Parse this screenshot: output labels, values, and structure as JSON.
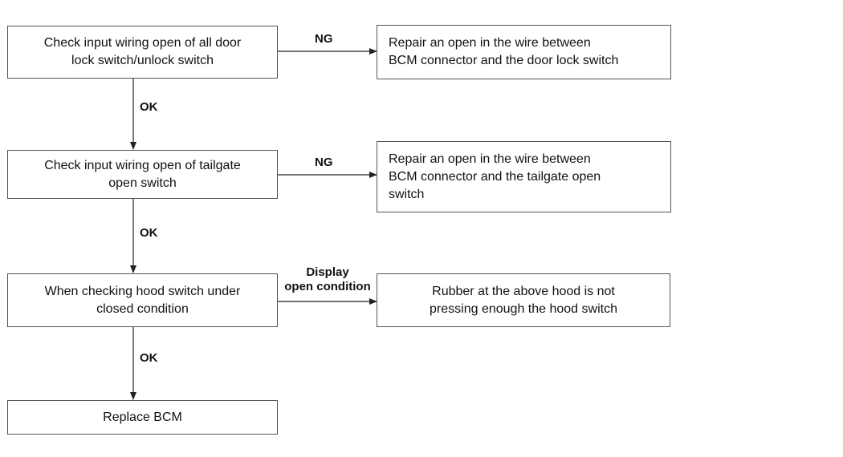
{
  "steps": [
    {
      "text": "Check input wiring open of all door\nlock switch/unlock switch"
    },
    {
      "text": "Check input wiring open of tailgate\nopen switch"
    },
    {
      "text": "When checking hood switch under\nclosed condition"
    },
    {
      "text": "Replace BCM"
    }
  ],
  "outcomes": [
    {
      "text": "Repair an open in the wire between\nBCM connector and the door lock switch"
    },
    {
      "text": "Repair an open in the wire between\nBCM connector and the tailgate open\nswitch"
    },
    {
      "text": "Rubber at the above hood is not\npressing enough the hood switch"
    }
  ],
  "branch_labels": [
    "NG",
    "NG",
    "Display\nopen condition"
  ],
  "flow_labels": [
    "OK",
    "OK",
    "OK"
  ]
}
